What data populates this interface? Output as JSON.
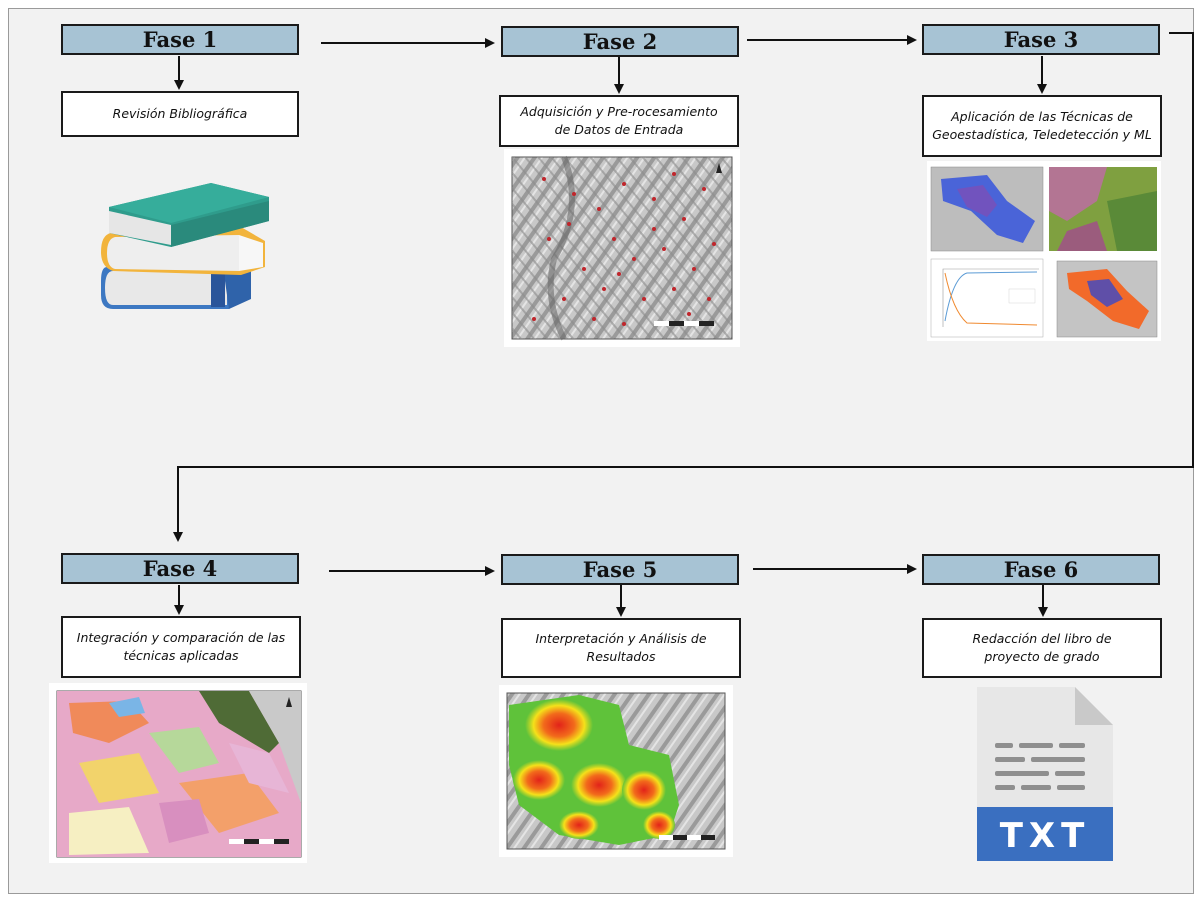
{
  "phases": [
    {
      "title": "Fase 1",
      "desc_lines": [
        "Revisión Bibliográfica"
      ],
      "illustration": "books-icon"
    },
    {
      "title": "Fase 2",
      "desc_lines": [
        "Adquisición y Pre-rocesamiento",
        "de Datos de Entrada"
      ],
      "illustration": "hillshade-points-map"
    },
    {
      "title": "Fase 3",
      "desc_lines": [
        "Aplicación de las Técnicas de",
        "Geoestadística, Teledetección y ML"
      ],
      "illustration": "maps-and-loss-chart-collage"
    },
    {
      "title": "Fase 4",
      "desc_lines": [
        "Integración y comparación de las",
        "técnicas aplicadas"
      ],
      "illustration": "geology-color-map"
    },
    {
      "title": "Fase 5",
      "desc_lines": [
        "Interpretación y Análisis de",
        "Resultados"
      ],
      "illustration": "heatmap-map"
    },
    {
      "title": "Fase 6",
      "desc_lines": [
        "Redacción del libro de",
        "proyecto de grado"
      ],
      "illustration": "txt-file-icon"
    }
  ],
  "txt_icon_label": "TXT",
  "colors": {
    "phase_fill": "#a7c3d4",
    "book_teal": "#2f9c8c",
    "book_orange": "#f2b43c",
    "book_blue": "#3d78c2",
    "txt_blue": "#3a6fc0"
  }
}
